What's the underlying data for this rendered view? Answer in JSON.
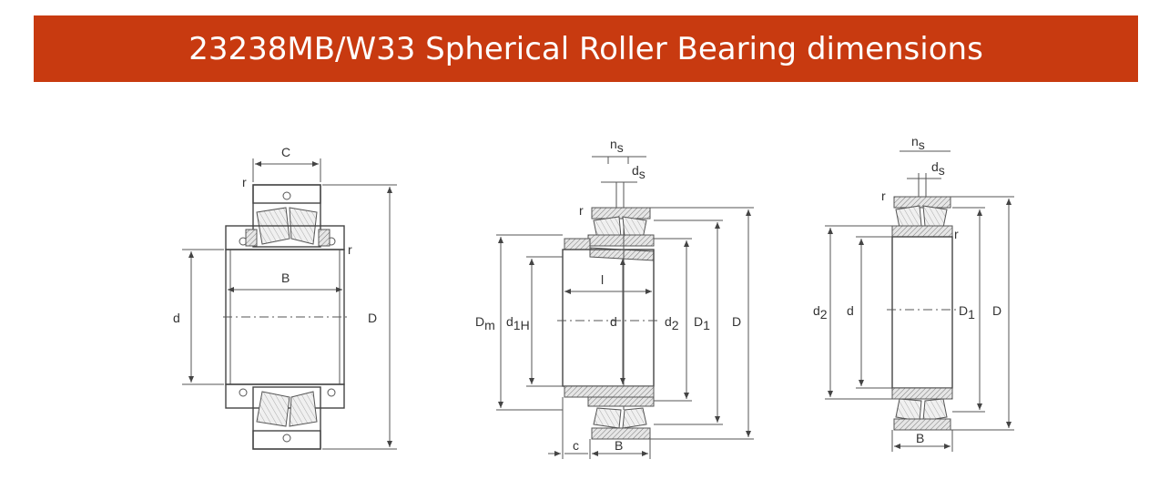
{
  "header": {
    "title": "23238MB/W33 Spherical Roller Bearing dimensions",
    "background_color": "#c83a10",
    "text_color": "#ffffff"
  },
  "diagram": {
    "left_view": {
      "labels": {
        "C": "C",
        "r_top": "r",
        "r_side": "r",
        "B": "B",
        "d": "d",
        "D": "D"
      }
    },
    "middle_view": {
      "labels": {
        "ns": "n",
        "ns_sub": "s",
        "ds": "d",
        "ds_sub": "s",
        "r": "r",
        "l": "l",
        "Dm": "D",
        "Dm_sub": "m",
        "d1H": "d",
        "d1H_sub": "1H",
        "d": "d",
        "d2": "d",
        "d2_sub": "2",
        "D1": "D",
        "D1_sub": "1",
        "D": "D",
        "c": "c",
        "B": "B"
      }
    },
    "right_view": {
      "labels": {
        "ns": "n",
        "ns_sub": "s",
        "ds": "d",
        "ds_sub": "s",
        "r_top": "r",
        "r_side": "r",
        "d2": "d",
        "d2_sub": "2",
        "d": "d",
        "D1": "D",
        "D1_sub": "1",
        "D": "D",
        "B": "B"
      }
    }
  }
}
